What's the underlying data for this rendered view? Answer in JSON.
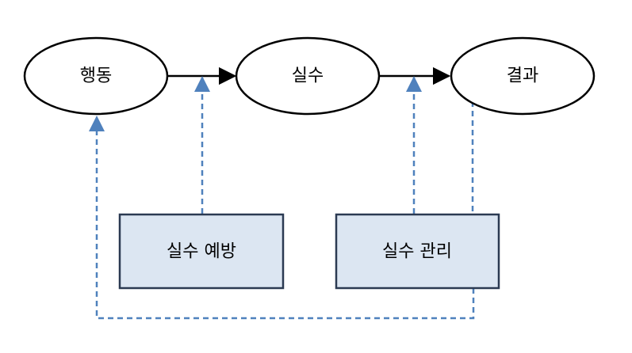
{
  "nodes": {
    "action": "행동",
    "mistake": "실수",
    "result": "결과"
  },
  "boxes": {
    "prevention": "실수 예방",
    "management": "실수 관리"
  },
  "colors": {
    "node_fill": "#ffffff",
    "node_stroke": "#000000",
    "box_fill": "#dce6f2",
    "box_stroke": "#2b3a52",
    "dashed_line": "#4f81bd",
    "solid_arrow": "#000000"
  }
}
